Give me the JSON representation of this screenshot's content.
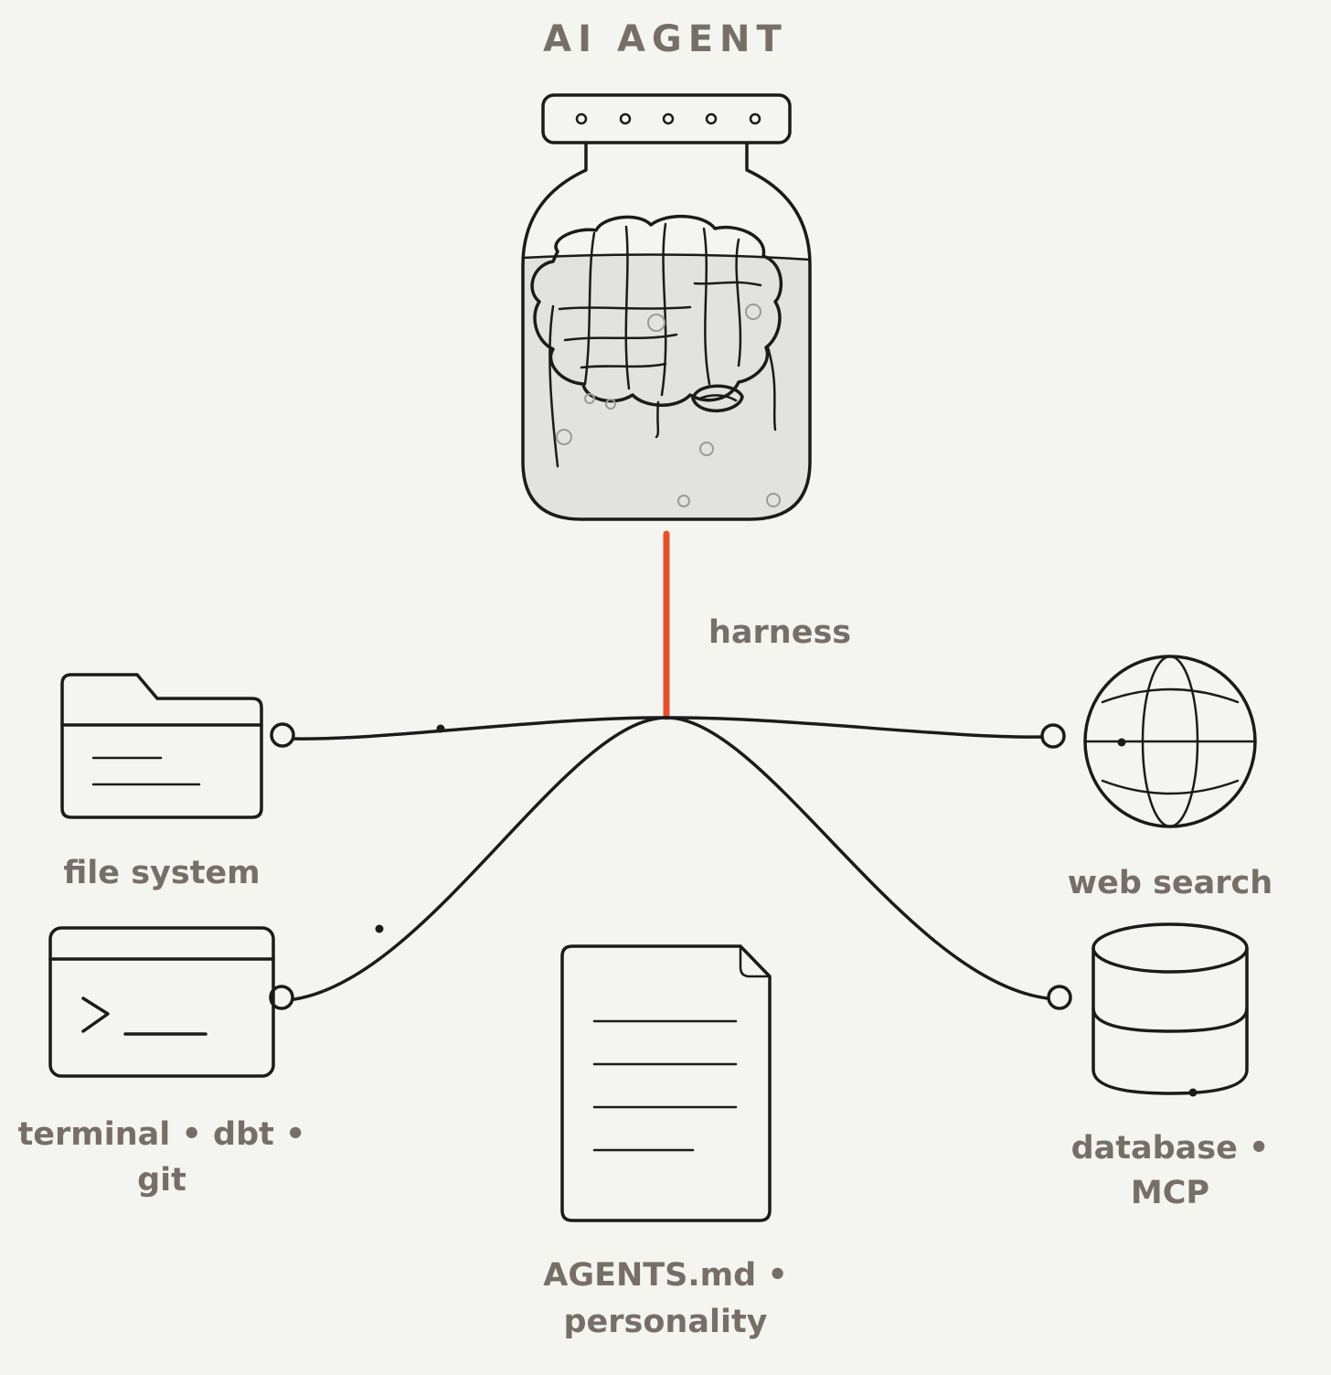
{
  "title": "AI AGENT",
  "center": {
    "icon": "brain-in-jar-icon",
    "connector_label": "harness",
    "connector_color": "#e5502f"
  },
  "nodes": {
    "file_system": {
      "icon": "folder-icon",
      "label_lines": [
        "file system"
      ]
    },
    "terminal": {
      "icon": "terminal-icon",
      "label_lines": [
        "terminal • dbt •",
        "git"
      ]
    },
    "agents_md": {
      "icon": "document-icon",
      "label_lines": [
        "AGENTS.md •",
        "personality"
      ]
    },
    "web_search": {
      "icon": "globe-icon",
      "label_lines": [
        "web search"
      ]
    },
    "database": {
      "icon": "database-icon",
      "label_lines": [
        "database •",
        "MCP"
      ]
    }
  },
  "colors": {
    "background": "#f4f4f0",
    "line": "#1b1b1b",
    "label_text": "#776f67",
    "jar_liquid": "#e2e2de",
    "harness": "#e5502f"
  }
}
